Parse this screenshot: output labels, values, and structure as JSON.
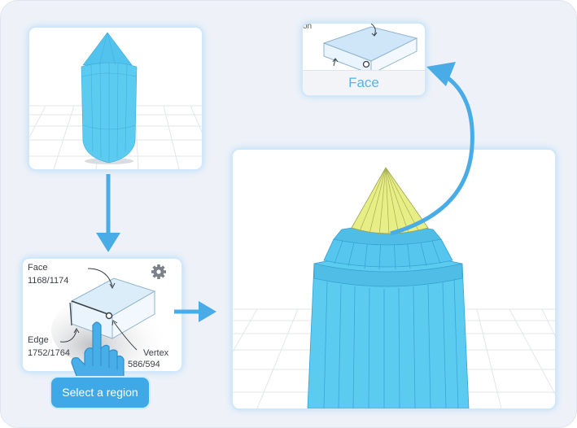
{
  "colors": {
    "accent": "#3fa9e8",
    "arrow": "#49ace6",
    "model_blue": "#5bc8ee",
    "selected_face": "#e8ee86",
    "background": "#eef2f8"
  },
  "icons": {
    "settings": "gear-icon",
    "pointer": "hand-pointer-icon"
  },
  "selection_panel": {
    "face": {
      "label": "Face",
      "count": "1168/1174"
    },
    "edge": {
      "label": "Edge",
      "count": "1752/1764"
    },
    "vertex": {
      "label": "Vertex",
      "count": "586/594"
    }
  },
  "face_thumbnail": {
    "cut_label": "on",
    "label": "Face"
  },
  "select_button": {
    "label": "Select a region"
  }
}
